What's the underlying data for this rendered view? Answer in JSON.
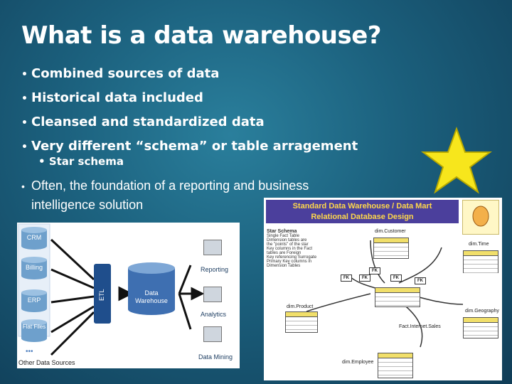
{
  "slide": {
    "title": "What is a data warehouse?",
    "bullets": [
      "Combined sources of data",
      "Historical data included",
      "Cleansed and standardized data",
      "Very different “schema” or table arragement"
    ],
    "sub_bullet": "Star schema",
    "often_line1": "Often, the foundation of a reporting and business",
    "often_line2": "intelligence solution",
    "bullet_glyph": "•",
    "accent_star_color": "#f7e61c"
  },
  "etl_diagram": {
    "sources": [
      "CRM",
      "Billing",
      "ERP",
      "Flat Files"
    ],
    "more_sources_label": "•••",
    "other_sources_label": "Other Data Sources",
    "etl_label": "ETL",
    "warehouse_label": "Data Warehouse",
    "outputs": [
      "Reporting",
      "Analytics",
      "Data Mining"
    ]
  },
  "design_image": {
    "title_line1": "Standard Data Warehouse / Data Mart",
    "title_line2": "Relational Database Design",
    "fk_label": "FK",
    "labels": {
      "dim_customer": "dim.Customer",
      "dim_time": "dim.Time",
      "dim_product": "dim.Product",
      "dim_geography": "dim.Geography",
      "fact_sales": "Fact.Internet.Sales",
      "dim_employee": "dim.Employee"
    },
    "notes": [
      "Star Schema",
      "Single Fact Table",
      "Dimension tables are",
      "the \"points\" of the star",
      "Key columns in the Fact",
      "tables are Foreign",
      "Key referencing Surrogate",
      "Primary Key columns in",
      "Dimension Tables"
    ]
  }
}
